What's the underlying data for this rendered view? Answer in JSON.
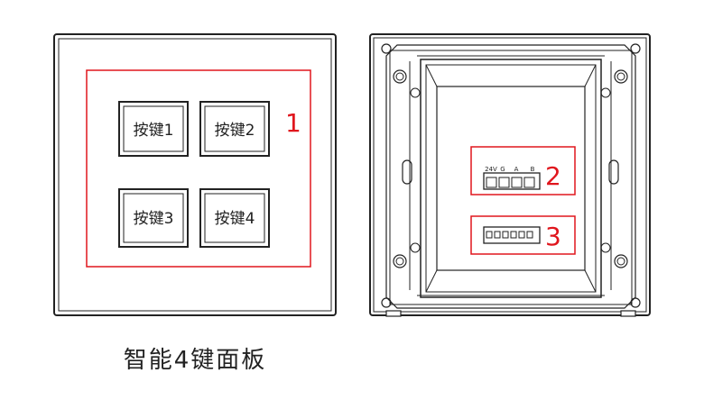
{
  "front_panel": {
    "buttons": [
      {
        "label": "按键1"
      },
      {
        "label": "按键2"
      },
      {
        "label": "按键3"
      },
      {
        "label": "按键4"
      }
    ],
    "callout_number": "1"
  },
  "back_panel": {
    "terminal": {
      "pins": [
        "24V",
        "G",
        "A",
        "B"
      ],
      "callout_number": "2"
    },
    "dip_switch": {
      "callout_number": "3"
    }
  },
  "caption": "智能4键面板",
  "colors": {
    "outline": "#222222",
    "callout": "#e0161d"
  }
}
